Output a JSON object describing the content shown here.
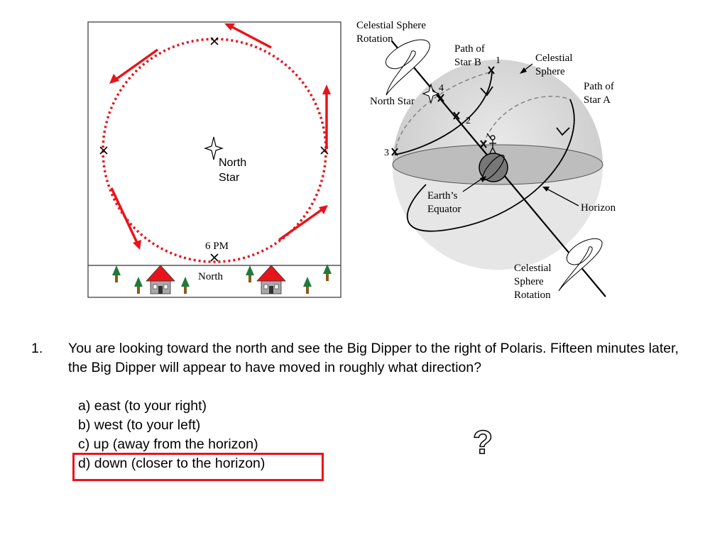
{
  "left_diagram": {
    "north_star_label": "North\nStar",
    "time_label": "6 PM",
    "ground_label": "North",
    "colors": {
      "arrow": "#e8141b",
      "roof": "#e8141b",
      "tree": "#1f7a3a",
      "trunk": "#8a5a1a"
    }
  },
  "right_diagram": {
    "celestial_rotation_top": "Celestial Sphere\nRotation",
    "path_star_b": "Path of\nStar B",
    "celestial_sphere": "Celestial\nSphere",
    "path_star_a": "Path of\nStar A",
    "north_star": "North Star",
    "earth_equator": "Earth’s\nEquator",
    "horizon": "Horizon",
    "celestial_rotation_bottom": "Celestial\nSphere\nRotation",
    "markers": [
      "1",
      "2",
      "3",
      "4"
    ]
  },
  "question": {
    "number": "1.",
    "text": "You are looking toward the north and see the Big Dipper to the right of Polaris. Fifteen minutes later, the Big Dipper will appear to have moved in roughly what direction?",
    "options": [
      "a) east (to your right)",
      "b) west (to your left)",
      "c) up (away from the horizon)",
      "d) down (closer to the horizon)"
    ],
    "selected_index": 3,
    "mark": "?"
  }
}
